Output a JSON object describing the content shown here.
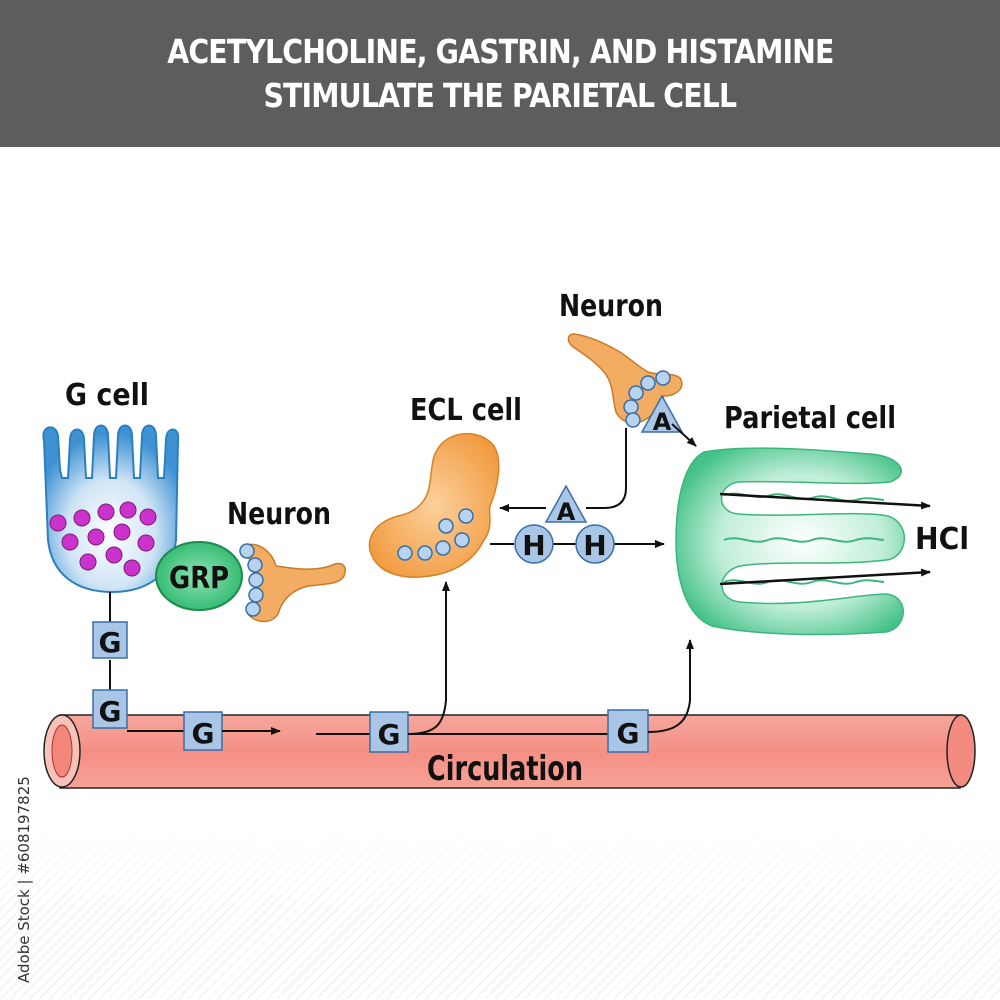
{
  "header": {
    "line1": "ACETYLCHOLINE, GASTRIN, AND HISTAMINE",
    "line2": "STIMULATE THE PARIETAL CELL"
  },
  "labels": {
    "g_cell": "G cell",
    "neuron_left": "Neuron",
    "neuron_top": "Neuron",
    "ecl_cell": "ECL cell",
    "parietal_cell": "Parietal cell",
    "hcl": "HCl",
    "circulation": "Circulation",
    "grp": "GRP"
  },
  "molecules": {
    "gastrin": "G",
    "histamine": "H",
    "acetylcholine": "A"
  },
  "watermark": {
    "stock_id": "Adobe Stock | #608197825"
  },
  "colors": {
    "header_bg": "#5d5d5d",
    "g_cell": "#5aa8dc",
    "granule": "#cc33cc",
    "grp": "#3cc07a",
    "neuron": "#f3ad63",
    "ecl_cell": "#f2a24d",
    "parietal": "#5ccf9c",
    "vessel": "#f59a8f",
    "molecule_fill": "#a9c6e6"
  }
}
